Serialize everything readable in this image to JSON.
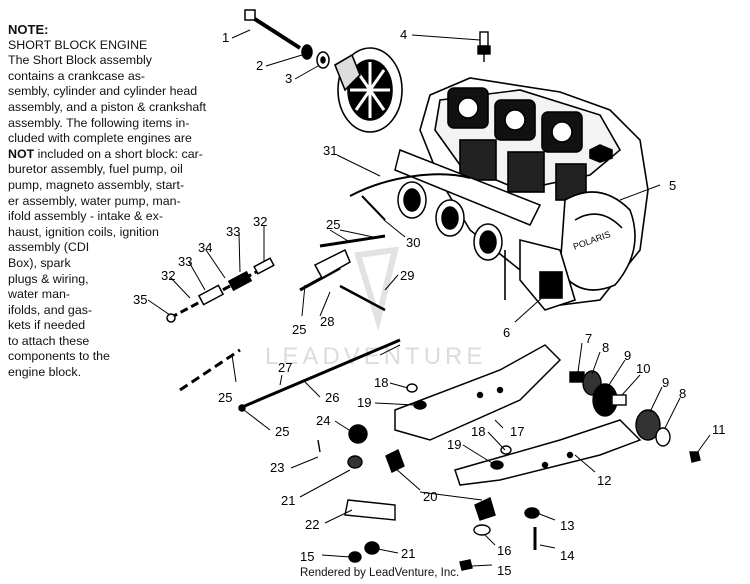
{
  "note": {
    "title": "NOTE:",
    "lines": [
      "SHORT BLOCK ENGINE",
      "The Short Block assembly",
      "contains a crankcase as-",
      "sembly, cylinder and cylinder head",
      "assembly, and a piston & crankshaft",
      "assembly.  The following items in-",
      "cluded with complete engines are"
    ],
    "not_word": "NOT",
    "not_rest": " included on a short block:  car-",
    "lines2": [
      "buretor assembly, fuel pump, oil",
      "pump, magneto assembly, start-",
      "er assembly, water pump, man-",
      "ifold assembly - intake & ex-",
      "haust, ignition coils, ignition",
      "assembly (CDI",
      "Box), spark",
      "plugs & wiring,",
      "water man-",
      "ifolds, and gas-",
      "kets if needed",
      "to attach these",
      "components to the",
      "engine block."
    ]
  },
  "callouts": [
    "1",
    "2",
    "3",
    "4",
    "5",
    "6",
    "7",
    "8",
    "9",
    "10",
    "9",
    "8",
    "11",
    "12",
    "13",
    "14",
    "15",
    "15",
    "16",
    "17",
    "18",
    "19",
    "18",
    "19",
    "20",
    "21",
    "21",
    "22",
    "23",
    "24",
    "25",
    "25",
    "25",
    "25",
    "26",
    "27",
    "28",
    "29",
    "30",
    "31",
    "32",
    "32",
    "33",
    "33",
    "34",
    "35"
  ],
  "watermark": "LEADVENTURE",
  "credit": "Rendered by LeadVenture, Inc."
}
